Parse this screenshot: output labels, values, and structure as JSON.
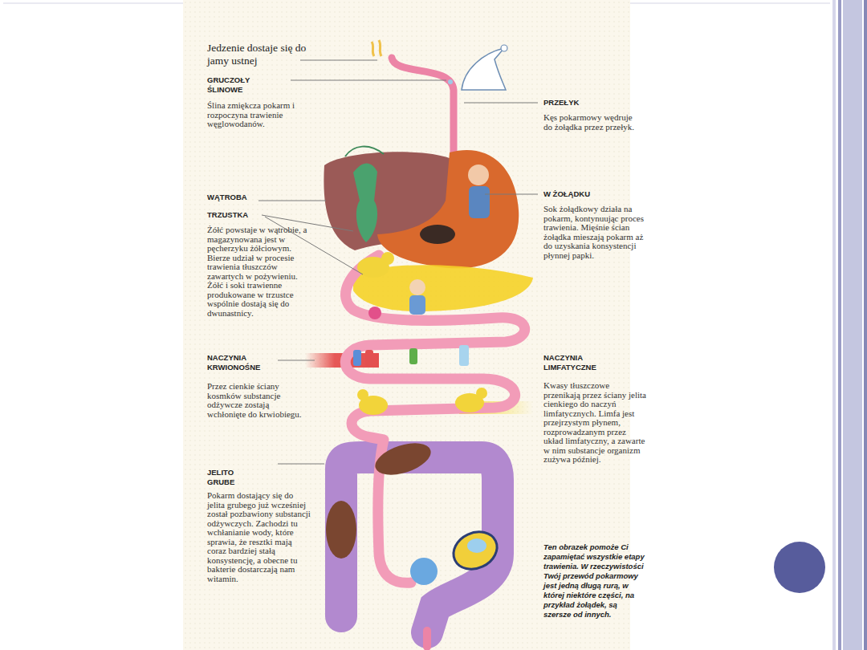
{
  "diagram": {
    "labels": [
      "Jedzenie dostaje się do jamy ustnej",
      "GRUCZOŁY ŚLINOWE",
      "Ślina zmiękcza pokarm i rozpoczyna trawienie węglowodanów.",
      "PRZEŁYK",
      "Kęs pokarmowy wędruje do żołądka przez przełyk.",
      "WĄTROBA",
      "TRZUSTKA",
      "Żółć powstaje w wątrobie, a magazynowana jest w pęcherzyku żółciowym. Bierze udział w procesie trawienia tłuszczów zawartych w pożywieniu. Żółć i soki trawienne produkowane w trzustce wspólnie dostają się do dwunastnicy.",
      "W ŻOŁĄDKU",
      "Sok żołądkowy działa na pokarm, kontynuując proces trawienia. Mięśnie ścian żołądka mieszają pokarm aż do uzyskania konsystencji płynnej papki.",
      "NACZYNIA KRWIONOŚNE",
      "Przez cienkie ściany kosmków substancje odżywcze zostają wchłonięte do krwiobiegu.",
      "NACZYNIA LIMFATYCZNE",
      "Kwasy tłuszczowe przenikają przez ściany jelita cienkiego do naczyń limfatycznych. Limfa jest przejrzystym płynem, rozprowadzanym przez układ limfatyczny, a zawarte w nim substancje organizm zużywa później.",
      "JELITO GRUBE",
      "Pokarm dostający się do jelita grubego już wcześniej został pozbawiony substancji odżywczych. Zachodzi tu wchłanianie wody, które sprawia, że resztki mają coraz bardziej stałą konsystencję, a obecne tu bakterie dostarczają nam witamin.",
      "Ten obrazek pomoże Ci zapamiętać wszystkie etapy trawienia. W rzeczywistości Twój przewód pokarmowy jest jedną długą rurą, w której niektóre części, na przykład żołądek, są szersze od innych."
    ]
  }
}
